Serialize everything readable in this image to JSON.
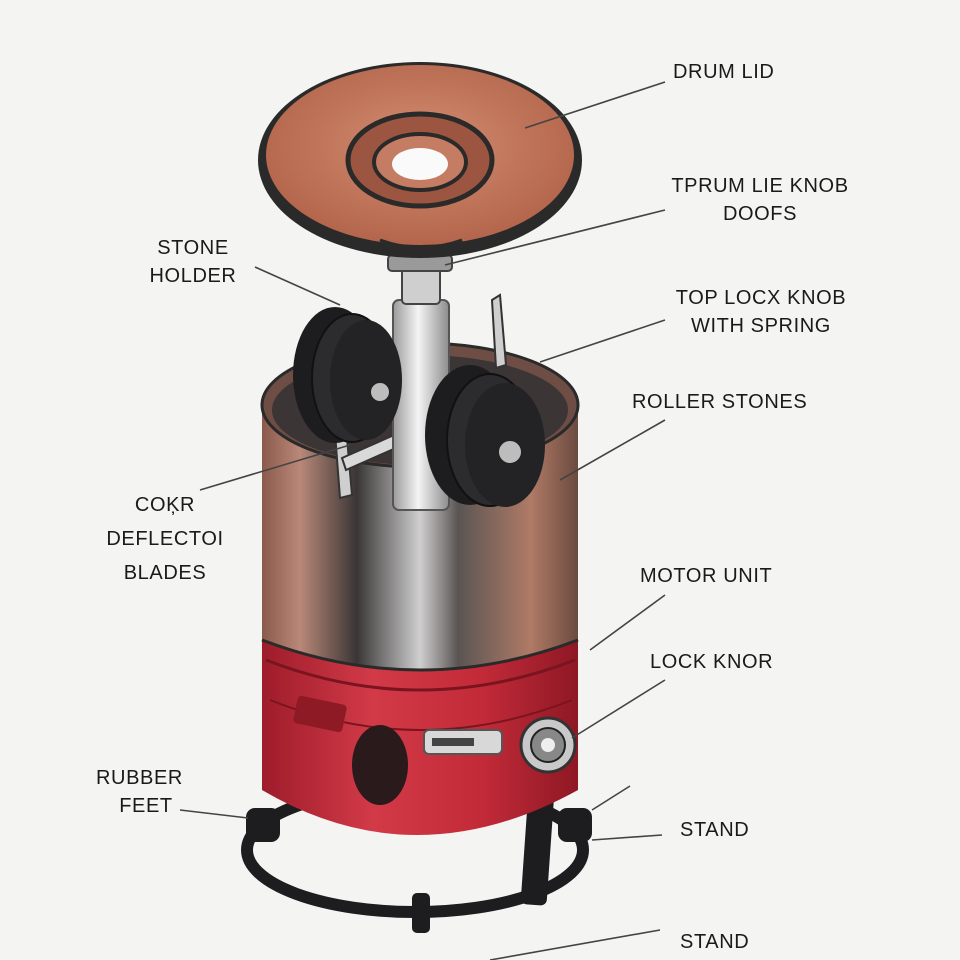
{
  "labels": {
    "drum_lid": [
      "DRUM LID"
    ],
    "drum_lid_knob": [
      "TPRUM LIE KNOB",
      "DOOFS"
    ],
    "stone_holder": [
      "STONE",
      "HOLDER"
    ],
    "top_lock_knob": [
      "TOP LOCX KNOB",
      "WITH SPRING"
    ],
    "roller_stones": [
      "ROLLER STONES"
    ],
    "deflector_blades": [
      "COĶR",
      "DEFLECTOI",
      "BLADES"
    ],
    "motor_unit": [
      "MOTOR UNIT"
    ],
    "lock_knob": [
      "LOCK KNOR"
    ],
    "rubber_feet": [
      "RUBBER",
      "FEET"
    ],
    "stand_upper": [
      "STAND"
    ],
    "stand_lower": [
      "STAND"
    ]
  },
  "colors": {
    "background": "#f4f4f2",
    "lid_wood": "#c9785c",
    "motor_red": "#c8283a",
    "drum_steel": "#6a6462",
    "rubber_black": "#1d1d1f",
    "leader_line": "#444444"
  }
}
